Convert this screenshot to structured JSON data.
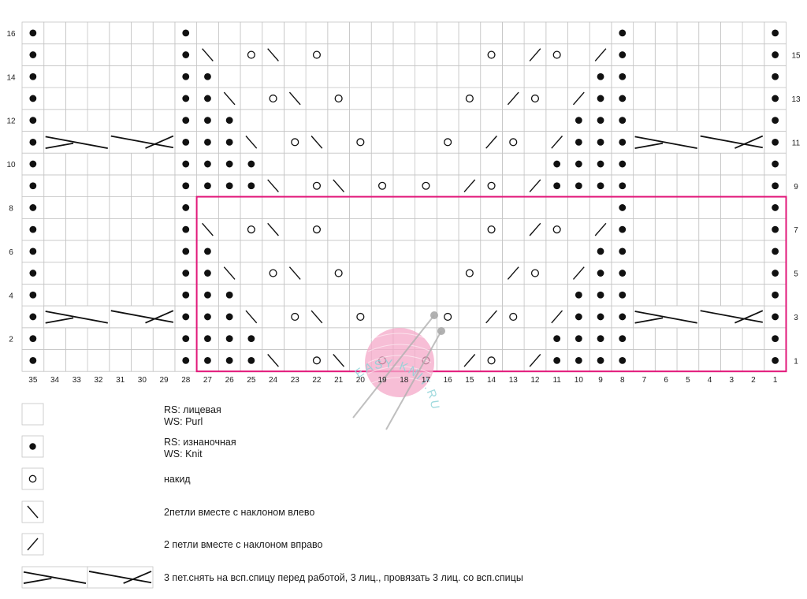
{
  "chart_data": {
    "type": "knitting-chart",
    "columns": 35,
    "rows": 16,
    "column_numbers": [
      "35",
      "34",
      "33",
      "32",
      "31",
      "30",
      "29",
      "28",
      "27",
      "26",
      "25",
      "24",
      "23",
      "22",
      "21",
      "20",
      "19",
      "18",
      "17",
      "16",
      "15",
      "14",
      "13",
      "12",
      "11",
      "10",
      "9",
      "8",
      "7",
      "6",
      "5",
      "4",
      "3",
      "2",
      "1"
    ],
    "left_row_numbers": [
      "16",
      "14",
      "12",
      "10",
      "8",
      "6",
      "4",
      "2"
    ],
    "right_row_numbers": [
      "15",
      "13",
      "11",
      "9",
      "7",
      "5",
      "3",
      "1"
    ],
    "purl_columns_all_rows": [
      35,
      28,
      8,
      1
    ],
    "cables": [
      {
        "row": 3,
        "from_col": 34,
        "to_col": 29
      },
      {
        "row": 3,
        "from_col": 7,
        "to_col": 2
      },
      {
        "row": 11,
        "from_col": 34,
        "to_col": 29
      },
      {
        "row": 11,
        "from_col": 7,
        "to_col": 2
      }
    ],
    "repeat_highlight": {
      "rows": [
        1,
        8
      ],
      "columns": [
        27,
        1
      ],
      "color": "#e2187a"
    },
    "stitch_rows": {
      "1": {
        "purl": [
          27,
          26,
          25,
          11,
          10,
          9
        ],
        "yo": [
          22,
          19,
          17,
          14
        ],
        "left_dec": [
          24,
          21
        ],
        "right_dec": [
          15,
          12
        ]
      },
      "2": {
        "purl": [
          27,
          26,
          25,
          11,
          10,
          9
        ]
      },
      "3": {
        "purl": [
          27,
          26,
          10,
          9
        ],
        "yo": [
          23,
          20,
          16,
          13
        ],
        "left_dec": [
          25,
          22
        ],
        "right_dec": [
          14,
          11
        ]
      },
      "4": {
        "purl": [
          27,
          26,
          10,
          9
        ]
      },
      "5": {
        "purl": [
          27,
          9
        ],
        "yo": [
          24,
          21,
          15,
          12
        ],
        "left_dec": [
          26,
          23
        ],
        "right_dec": [
          13,
          10
        ]
      },
      "6": {
        "purl": [
          27,
          9
        ]
      },
      "7": {
        "purl": [],
        "yo": [
          25,
          22,
          14,
          11
        ],
        "left_dec": [
          27,
          24
        ],
        "right_dec": [
          12,
          9
        ]
      },
      "8": {
        "purl": []
      },
      "9": {
        "purl": [
          27,
          26,
          25,
          11,
          10,
          9
        ],
        "yo": [
          22,
          19,
          17,
          14
        ],
        "left_dec": [
          24,
          21
        ],
        "right_dec": [
          15,
          12
        ]
      },
      "10": {
        "purl": [
          27,
          26,
          25,
          11,
          10,
          9
        ]
      },
      "11": {
        "purl": [
          27,
          26,
          10,
          9
        ],
        "yo": [
          23,
          20,
          16,
          13
        ],
        "left_dec": [
          25,
          22
        ],
        "right_dec": [
          14,
          11
        ]
      },
      "12": {
        "purl": [
          27,
          26,
          10,
          9
        ]
      },
      "13": {
        "purl": [
          27,
          9
        ],
        "yo": [
          24,
          21,
          15,
          12
        ],
        "left_dec": [
          26,
          23
        ],
        "right_dec": [
          13,
          10
        ]
      },
      "14": {
        "purl": [
          27,
          9
        ]
      },
      "15": {
        "purl": [],
        "yo": [
          25,
          22,
          14,
          11
        ],
        "left_dec": [
          27,
          24
        ],
        "right_dec": [
          12,
          9
        ]
      },
      "16": {
        "purl": []
      }
    }
  },
  "watermark": {
    "text": "EASY KNIT.RU",
    "ball_color": "#f4a8c8"
  },
  "legend": [
    {
      "symbol": "empty",
      "lines": [
        "RS: лицевая",
        "WS: Purl"
      ]
    },
    {
      "symbol": "dot",
      "lines": [
        "RS: изнаночная",
        "WS: Knit"
      ]
    },
    {
      "symbol": "circle",
      "lines": [
        "накид"
      ]
    },
    {
      "symbol": "left-decrease",
      "lines": [
        "2петли вместе с наклоном влево"
      ]
    },
    {
      "symbol": "right-decrease",
      "lines": [
        "2 петли вместе с наклоном вправо"
      ]
    },
    {
      "symbol": "cable",
      "lines": [
        "3 пет.снять на всп.спицу перед работой, 3 лиц., провязать 3 лиц. со всп.спицы"
      ]
    }
  ]
}
